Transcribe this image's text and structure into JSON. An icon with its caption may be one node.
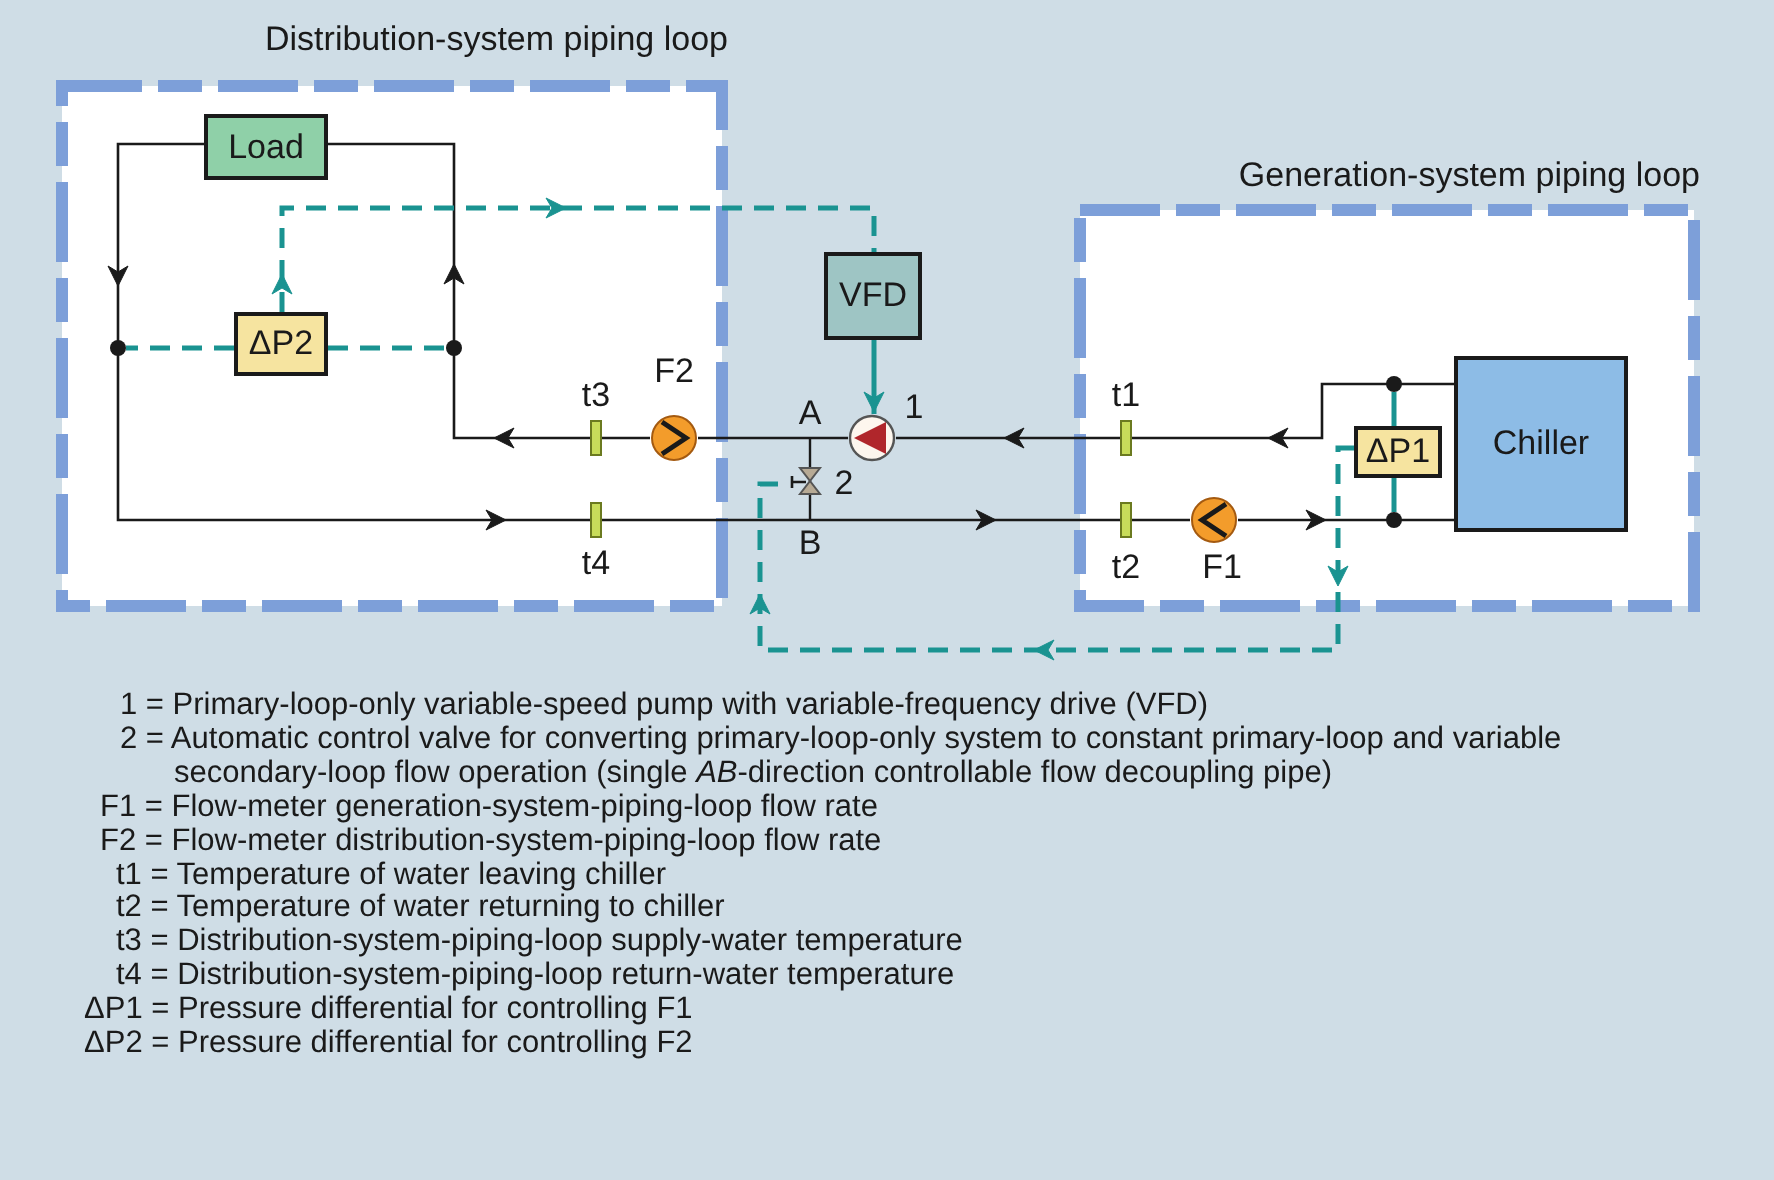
{
  "diagram": {
    "nodes": [
      {
        "text": [
          "Distribution-system piping loop"
        ]
      },
      {
        "text": [
          "Load"
        ],
        "in": 0
      },
      {
        "text": [
          "ΔP2"
        ],
        "in": 0
      },
      {
        "text": [],
        "shape": "circle",
        "beside": [
          "F2"
        ],
        "in": 0
      },
      {
        "text": [
          "VFD"
        ]
      },
      {
        "text": [],
        "shape": "circle",
        "beside": [
          "1"
        ]
      },
      {
        "text": [],
        "shape": "valve",
        "beside": [
          "2"
        ]
      },
      {
        "text": [
          "Generation-system piping loop"
        ]
      },
      {
        "text": [
          "ΔP1"
        ],
        "in": 7
      },
      {
        "text": [
          "Chiller"
        ],
        "in": 7
      },
      {
        "text": [],
        "shape": "circle",
        "beside": [
          "F1"
        ],
        "in": 7
      },
      {
        "text": [],
        "shape": "bar",
        "beside": [
          "t3"
        ],
        "in": 0
      },
      {
        "text": [],
        "shape": "bar",
        "beside": [
          "t4"
        ],
        "in": 0
      },
      {
        "text": [],
        "shape": "bar",
        "beside": [
          "t1"
        ],
        "in": 7
      },
      {
        "text": [],
        "shape": "bar",
        "beside": [
          "t2"
        ],
        "in": 7
      },
      {
        "text": [],
        "shape": "dot",
        "in": 0
      },
      {
        "text": [],
        "shape": "dot",
        "in": 0
      },
      {
        "text": [],
        "shape": "dot",
        "in": 7
      },
      {
        "text": [],
        "shape": "dot",
        "in": 7
      }
    ],
    "edges": [
      {
        "from": 1,
        "to": 12,
        "arrow": "to"
      },
      {
        "from": 12,
        "to": 14,
        "arrow": "to"
      },
      {
        "from": 14,
        "to": 10,
        "arrow": "none"
      },
      {
        "from": 10,
        "to": 9,
        "arrow": "to"
      },
      {
        "from": 9,
        "to": 13,
        "arrow": "to"
      },
      {
        "from": 13,
        "to": 5,
        "arrow": "to"
      },
      {
        "from": 5,
        "to": 3,
        "arrow": "none"
      },
      {
        "from": 3,
        "to": 11,
        "arrow": "none"
      },
      {
        "from": 11,
        "to": 1,
        "arrow": "to"
      },
      {
        "from": 2,
        "to": 4,
        "arrow": "to",
        "style": "dashed",
        "color": "#1a9391"
      },
      {
        "from": 4,
        "to": 5,
        "arrow": "to",
        "color": "#1a9391"
      },
      {
        "from": 2,
        "to": 15,
        "arrow": "none",
        "style": "dashed",
        "color": "#1a9391"
      },
      {
        "from": 2,
        "to": 16,
        "arrow": "none",
        "style": "dashed",
        "color": "#1a9391"
      },
      {
        "from": 8,
        "to": 17,
        "arrow": "none",
        "color": "#1a9391"
      },
      {
        "from": 8,
        "to": 18,
        "arrow": "none",
        "color": "#1a9391"
      },
      {
        "from": 8,
        "to": 6,
        "arrow": "to",
        "style": "dashed",
        "color": "#1a9391"
      }
    ],
    "labels": [
      "A",
      "B",
      "1 = Primary-loop-only variable-speed pump with variable-frequency drive (VFD)",
      "2 = Automatic control valve for converting primary-loop-only system to constant primary-loop and variable secondary-loop flow operation (single *AB*-direction controllable flow decoupling pipe)",
      "F1 = Flow-meter generation-system-piping-loop flow rate",
      "F2 = Flow-meter distribution-system-piping-loop flow rate",
      "t1 = Temperature of water leaving chiller",
      "t2 = Temperature of water returning to chiller",
      "t3 = Distribution-system-piping-loop supply-water temperature",
      "t4 = Distribution-system-piping-loop return-water temperature",
      "ΔP1 = Pressure differential for controlling F1",
      "ΔP2 = Pressure differential for controlling F2"
    ]
  }
}
